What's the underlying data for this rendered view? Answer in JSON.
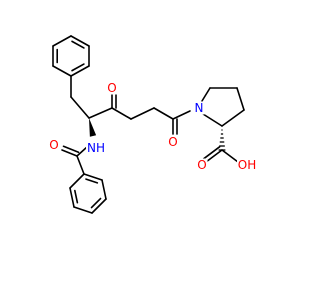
{
  "molecule": {
    "atom_labels": {
      "ketone_oxygen": "O",
      "amide_carbonyl_oxygen": "O",
      "prolyl_nitrogen": "N",
      "amide_nitrogen": "NH",
      "benzoyl_oxygen": "O",
      "acid_oxygen": "O",
      "acid_hydroxyl": "OH"
    },
    "colors": {
      "bond": "#000000",
      "oxygen": "#ff0000",
      "nitrogen": "#0000ff"
    }
  }
}
